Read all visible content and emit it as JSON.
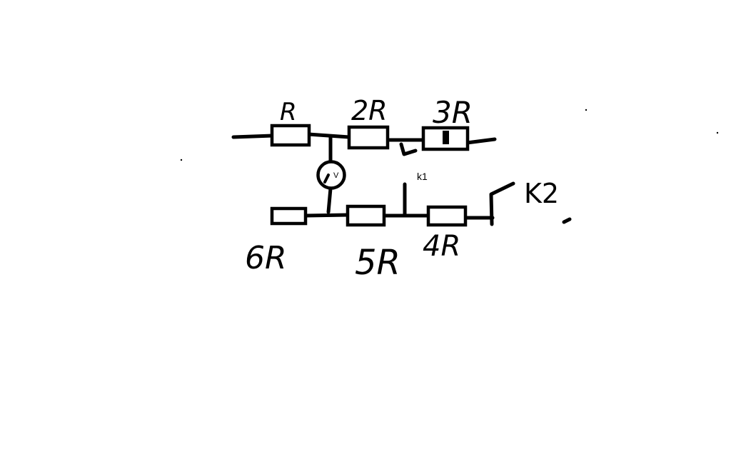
{
  "diagram": {
    "labels": {
      "r_top_left": "R",
      "r_top_mid": "2R",
      "r_top_right": "3R",
      "r_bottom_left": "6R",
      "r_bottom_mid": "5R",
      "r_bottom_right": "4R",
      "voltmeter": "V",
      "switch_1": "k1",
      "switch_2": "K2"
    }
  }
}
